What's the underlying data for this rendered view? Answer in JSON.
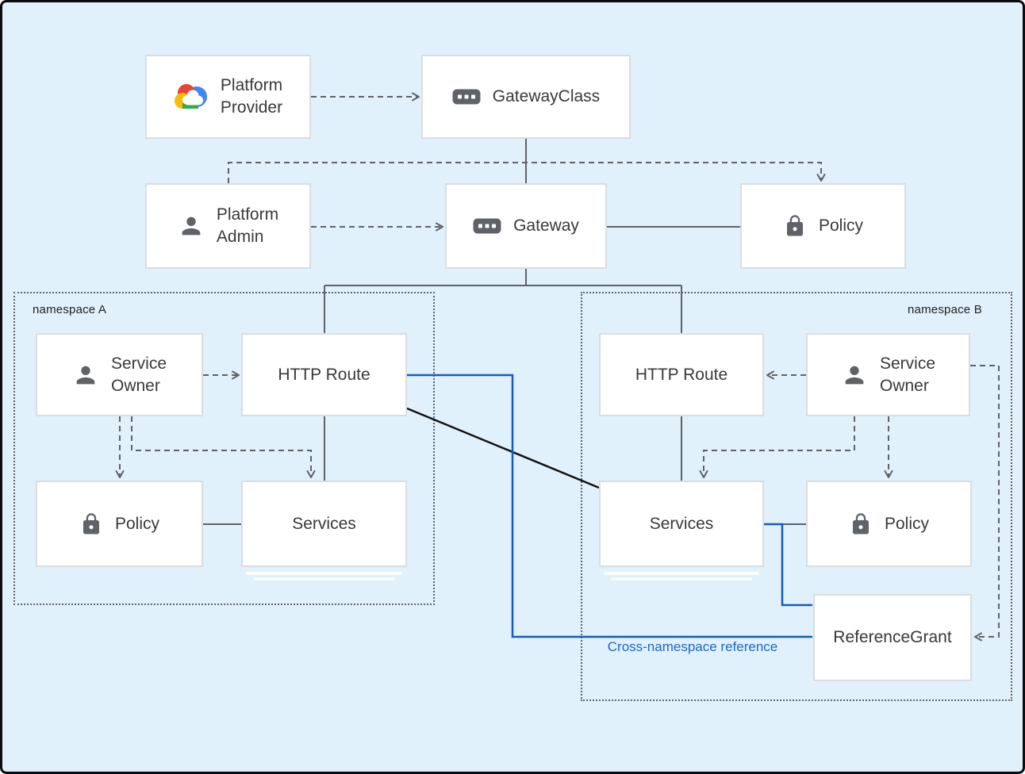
{
  "diagram": {
    "background_color": "#e0f1fb",
    "line_gray": "#5f6368",
    "line_blue": "#185abc",
    "line_black": "#111111"
  },
  "namespaces": {
    "a": {
      "label": "namespace A"
    },
    "b": {
      "label": "namespace B"
    }
  },
  "nodes": {
    "platform_provider": {
      "label": "Platform\nProvider",
      "icon": "google-cloud-logo"
    },
    "gateway_class": {
      "label": "GatewayClass",
      "icon": "resource-chip-icon"
    },
    "platform_admin": {
      "label": "Platform\nAdmin",
      "icon": "person-icon"
    },
    "gateway": {
      "label": "Gateway",
      "icon": "resource-chip-icon"
    },
    "policy_top": {
      "label": "Policy",
      "icon": "lock-icon"
    },
    "service_owner_a": {
      "label": "Service\nOwner",
      "icon": "person-icon"
    },
    "http_route_a": {
      "label": "HTTP Route"
    },
    "policy_a": {
      "label": "Policy",
      "icon": "lock-icon"
    },
    "services_a": {
      "label": "Services"
    },
    "http_route_b": {
      "label": "HTTP Route"
    },
    "service_owner_b": {
      "label": "Service\nOwner",
      "icon": "person-icon"
    },
    "services_b": {
      "label": "Services"
    },
    "policy_b": {
      "label": "Policy",
      "icon": "lock-icon"
    },
    "reference_grant": {
      "label": "ReferenceGrant"
    }
  },
  "annotations": {
    "cross_namespace": {
      "label": "Cross-namespace reference",
      "color": "#1967d2"
    }
  }
}
